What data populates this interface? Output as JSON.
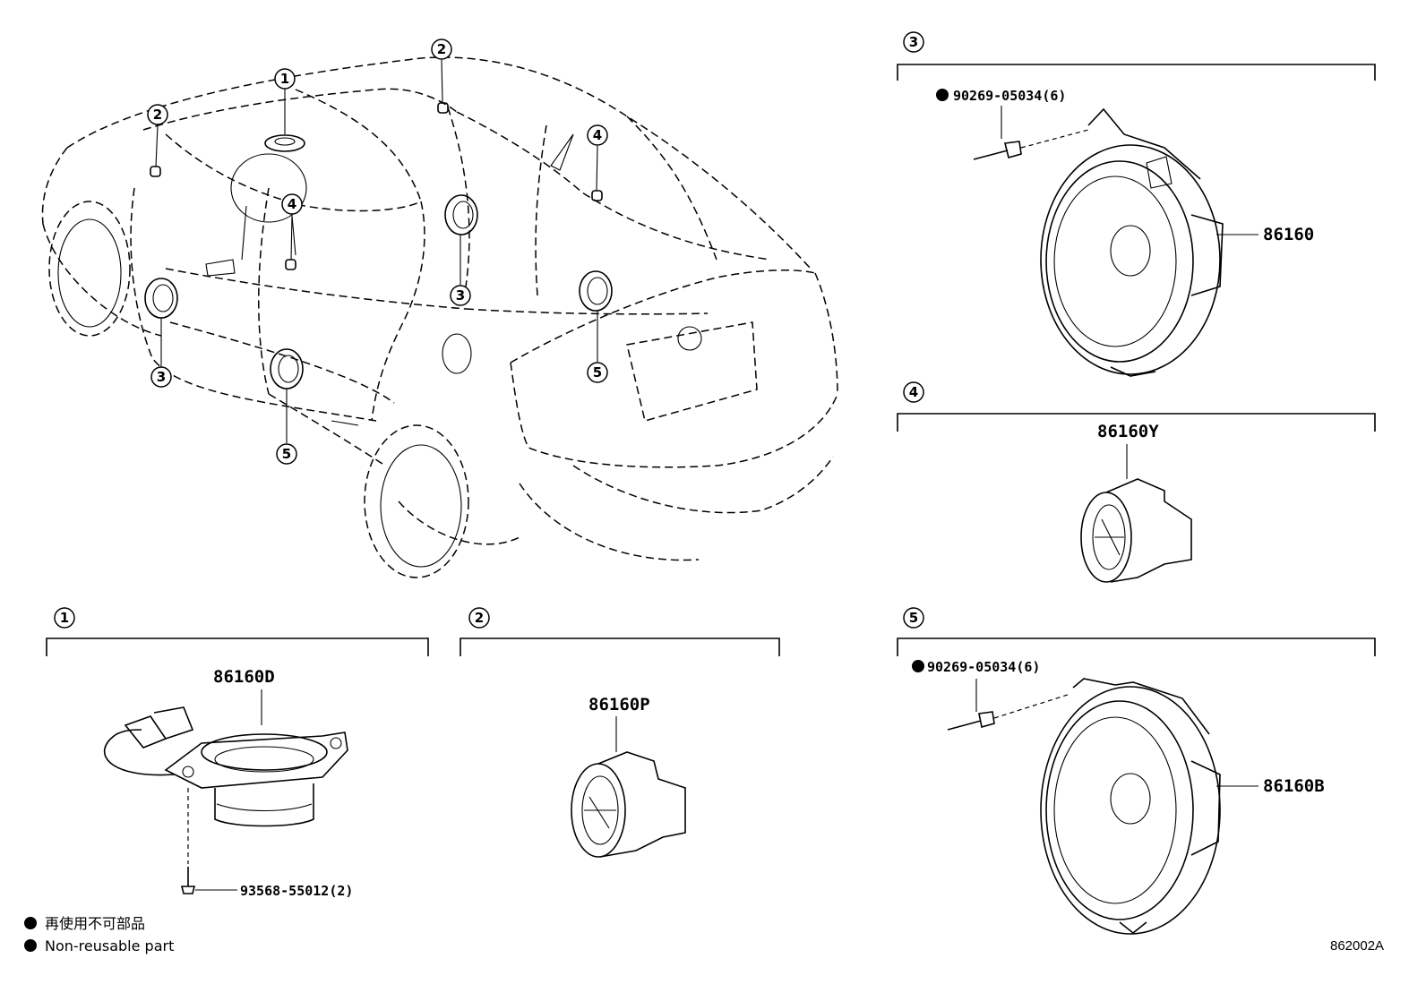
{
  "callouts": {
    "c1": "1",
    "c2": "2",
    "c3": "3",
    "c4": "4",
    "c5": "5"
  },
  "sections": {
    "s1": {
      "number": "1",
      "part": "86160D",
      "screw": "93568-55012(2)"
    },
    "s2": {
      "number": "2",
      "part": "86160P"
    },
    "s3": {
      "number": "3",
      "part": "86160",
      "rivet": "90269-05034(6)"
    },
    "s4": {
      "number": "4",
      "part": "86160Y"
    },
    "s5": {
      "number": "5",
      "part": "86160B",
      "rivet": "90269-05034(6)"
    }
  },
  "legend": {
    "line_ja": "再使用不可部品",
    "line_en": "Non-reusable part"
  },
  "figure_ref": "862002A",
  "icons": {
    "bullet": "filled-circle-icon",
    "callout": "circled-number-icon"
  }
}
